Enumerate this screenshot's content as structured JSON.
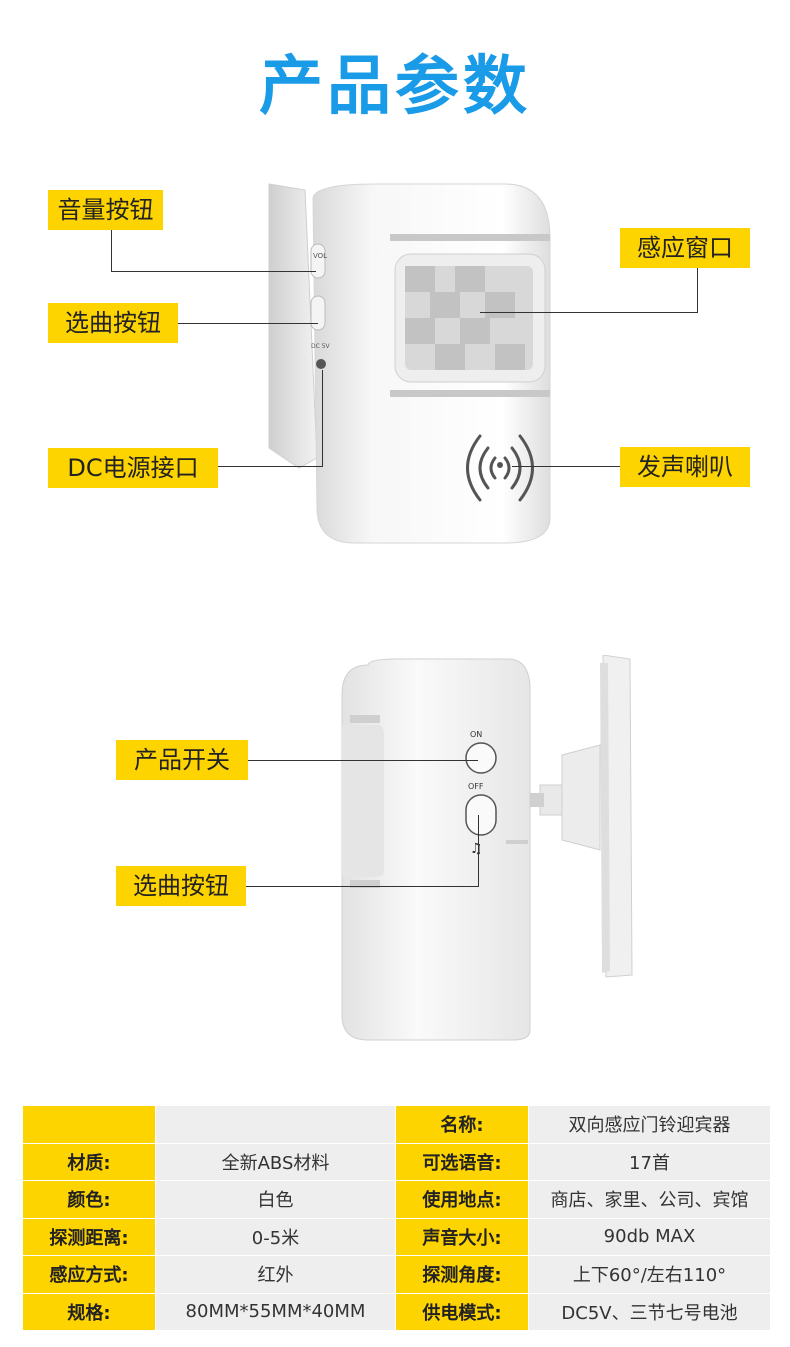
{
  "title": "产品参数",
  "callouts": {
    "volume_button": "音量按钮",
    "sensor_window": "感应窗口",
    "song_select_button_top": "选曲按钮",
    "dc_power_port": "DC电源接口",
    "speaker": "发声喇叭",
    "power_switch": "产品开关",
    "song_select_button_side": "选曲按钮"
  },
  "device_labels": {
    "vol": "VOL",
    "dc": "DC 5V",
    "on": "ON",
    "off": "OFF",
    "note": "♫"
  },
  "colors": {
    "title_blue": "#1a9be8",
    "callout_yellow": "#fdd300",
    "value_gray": "#eeeeee"
  },
  "specs": {
    "rows": [
      {
        "k1": "",
        "v1": "",
        "k2": "名称:",
        "v2": "双向感应门铃迎宾器"
      },
      {
        "k1": "材质:",
        "v1": "全新ABS材料",
        "k2": "可选语音:",
        "v2": "17首"
      },
      {
        "k1": "颜色:",
        "v1": "白色",
        "k2": "使用地点:",
        "v2": "商店、家里、公司、宾馆"
      },
      {
        "k1": "探测距离:",
        "v1": "0-5米",
        "k2": "声音大小:",
        "v2": "90db MAX"
      },
      {
        "k1": "感应方式:",
        "v1": "红外",
        "k2": "探测角度:",
        "v2": "上下60°/左右110°"
      },
      {
        "k1": "规格:",
        "v1": "80MM*55MM*40MM",
        "k2": "供电模式:",
        "v2": "DC5V、三节七号电池"
      }
    ]
  }
}
